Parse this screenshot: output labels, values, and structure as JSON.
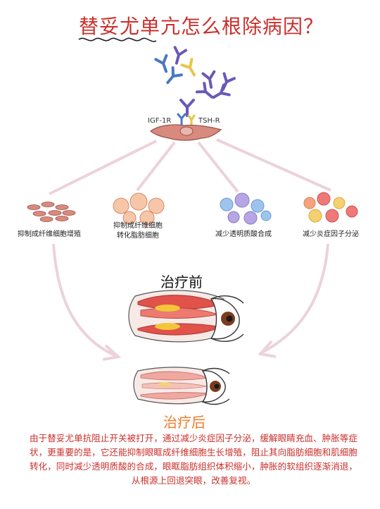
{
  "title": "替妥尤单亢怎么根除病因？",
  "receptors": {
    "left": "IGF-1R",
    "right": "TSH-R"
  },
  "effects": [
    {
      "lines": [
        "抑制成纤维细胞增殖"
      ]
    },
    {
      "lines": [
        "抑制成纤维细胞",
        "转化脂肪细胞"
      ]
    },
    {
      "lines": [
        "减少透明质酸合成"
      ]
    },
    {
      "lines": [
        "减少炎症因子分泌"
      ]
    }
  ],
  "before_label": "治疗前",
  "after_label": "治疗后",
  "description": "由于替妥尤单抗阻止开关被打开，通过减少炎症因子分泌，缓解眼睛充血、肿胀等症状，更重要的是，它还能抑制眼眶成纤维细胞生长增殖，阻止其向脂肪细胞和肌细胞转化，同时减少透明质酸的合成，眼眶脂肪组织体积缩小，肿胀的软组织逐渐消退，从根源上回退突眼，改善复视。",
  "colors": {
    "title": "#c9302c",
    "after_label": "#f07a26",
    "description": "#c9302c",
    "antibody_blue": "#4a78c2",
    "antibody_yellow": "#e6c64a",
    "antibody_purple": "#6a58b8",
    "cell": "#d98a7e",
    "arrow": "#ecd2dc"
  }
}
